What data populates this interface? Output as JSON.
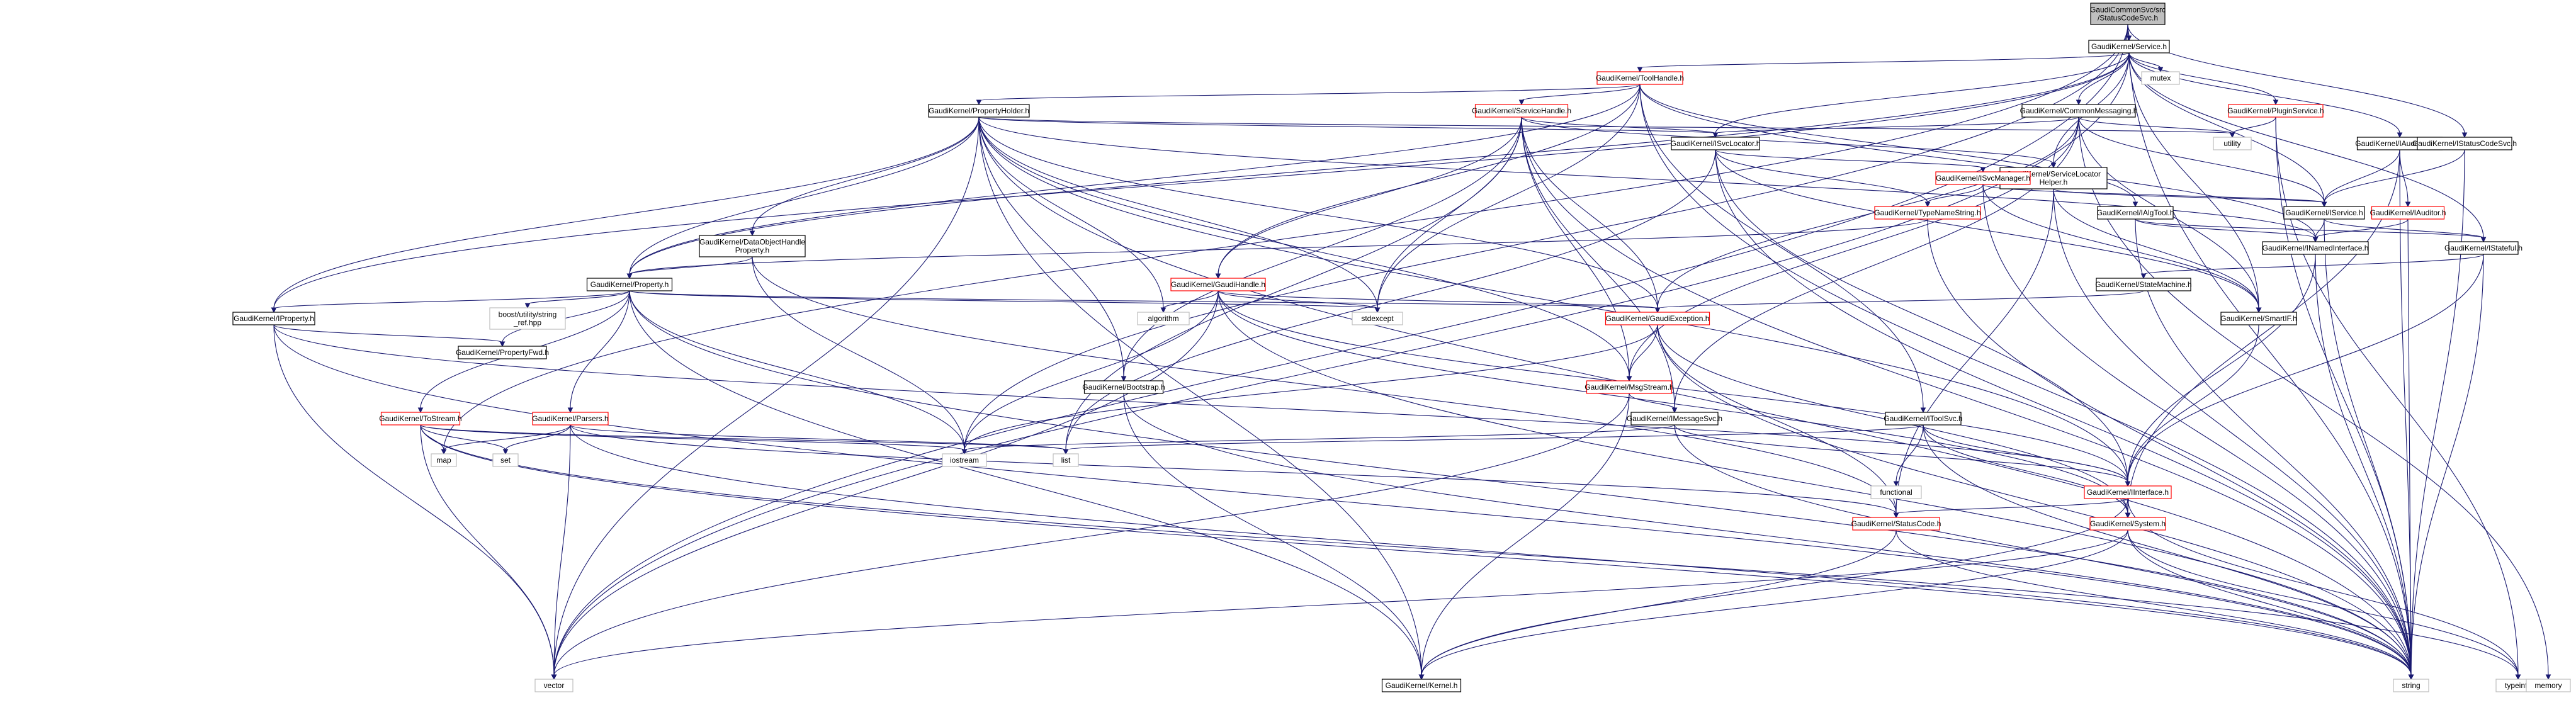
{
  "diagram": {
    "nodes": [
      {
        "id": "root",
        "lines": [
          "GaudiCommonSvc/src",
          "/StatusCodeSvc.h"
        ],
        "style": "root"
      },
      {
        "id": "service",
        "lines": [
          "GaudiKernel/Service.h"
        ],
        "style": "black"
      },
      {
        "id": "toolhandle",
        "lines": [
          "GaudiKernel/ToolHandle.h"
        ],
        "style": "red"
      },
      {
        "id": "mutex",
        "lines": [
          "mutex"
        ],
        "style": "plain"
      },
      {
        "id": "servicehandle",
        "lines": [
          "GaudiKernel/ServiceHandle.h"
        ],
        "style": "red"
      },
      {
        "id": "commonmessaging",
        "lines": [
          "GaudiKernel/CommonMessaging.h"
        ],
        "style": "black"
      },
      {
        "id": "pluginservice",
        "lines": [
          "GaudiKernel/PluginService.h"
        ],
        "style": "red"
      },
      {
        "id": "propertyholder",
        "lines": [
          "GaudiKernel/PropertyHolder.h"
        ],
        "style": "black"
      },
      {
        "id": "isvclocator",
        "lines": [
          "GaudiKernel/ISvcLocator.h"
        ],
        "style": "black"
      },
      {
        "id": "utility",
        "lines": [
          "utility"
        ],
        "style": "plain"
      },
      {
        "id": "iauditorsvc",
        "lines": [
          "GaudiKernel/IAuditorSvc.h"
        ],
        "style": "black"
      },
      {
        "id": "istatuscodesvc",
        "lines": [
          "GaudiKernel/IStatusCodeSvc.h"
        ],
        "style": "black"
      },
      {
        "id": "svclocatorhelper",
        "lines": [
          "GaudiKernel/ServiceLocator",
          "Helper.h"
        ],
        "style": "black"
      },
      {
        "id": "isvcmanager",
        "lines": [
          "GaudiKernel/ISvcManager.h"
        ],
        "style": "red"
      },
      {
        "id": "iservice",
        "lines": [
          "GaudiKernel/IService.h"
        ],
        "style": "black"
      },
      {
        "id": "iauditor",
        "lines": [
          "GaudiKernel/IAuditor.h"
        ],
        "style": "red"
      },
      {
        "id": "typenamestring",
        "lines": [
          "GaudiKernel/TypeNameString.h"
        ],
        "style": "red"
      },
      {
        "id": "ialgtool",
        "lines": [
          "GaudiKernel/IAlgTool.h"
        ],
        "style": "black"
      },
      {
        "id": "dataobjhandleprop",
        "lines": [
          "GaudiKernel/DataObjectHandle",
          "Property.h"
        ],
        "style": "black"
      },
      {
        "id": "inamedinterface",
        "lines": [
          "GaudiKernel/INamedInterface.h"
        ],
        "style": "black"
      },
      {
        "id": "istateful",
        "lines": [
          "GaudiKernel/IStateful.h"
        ],
        "style": "black"
      },
      {
        "id": "property",
        "lines": [
          "GaudiKernel/Property.h"
        ],
        "style": "black"
      },
      {
        "id": "gaudihandle",
        "lines": [
          "GaudiKernel/GaudiHandle.h"
        ],
        "style": "red"
      },
      {
        "id": "statemachine",
        "lines": [
          "GaudiKernel/StateMachine.h"
        ],
        "style": "black"
      },
      {
        "id": "iproperty",
        "lines": [
          "GaudiKernel/IProperty.h"
        ],
        "style": "black"
      },
      {
        "id": "boostref",
        "lines": [
          "boost/utility/string",
          "_ref.hpp"
        ],
        "style": "plain"
      },
      {
        "id": "algorithm",
        "lines": [
          "algorithm"
        ],
        "style": "plain"
      },
      {
        "id": "stdexcept",
        "lines": [
          "stdexcept"
        ],
        "style": "plain"
      },
      {
        "id": "gaudiexception",
        "lines": [
          "GaudiKernel/GaudiException.h"
        ],
        "style": "red"
      },
      {
        "id": "ismartif",
        "lines": [
          "GaudiKernel/SmartIF.h"
        ],
        "style": "black"
      },
      {
        "id": "propertyfwd",
        "lines": [
          "GaudiKernel/PropertyFwd.h"
        ],
        "style": "black"
      },
      {
        "id": "bootstrap",
        "lines": [
          "GaudiKernel/Bootstrap.h"
        ],
        "style": "black"
      },
      {
        "id": "msgstream",
        "lines": [
          "GaudiKernel/MsgStream.h"
        ],
        "style": "red"
      },
      {
        "id": "tostream",
        "lines": [
          "GaudiKernel/ToStream.h"
        ],
        "style": "red"
      },
      {
        "id": "parsers",
        "lines": [
          "GaudiKernel/Parsers.h"
        ],
        "style": "red"
      },
      {
        "id": "imessagesvc",
        "lines": [
          "GaudiKernel/IMessageSvc.h"
        ],
        "style": "black"
      },
      {
        "id": "itoolsvc",
        "lines": [
          "GaudiKernel/IToolSvc.h"
        ],
        "style": "black"
      },
      {
        "id": "map",
        "lines": [
          "map"
        ],
        "style": "plain"
      },
      {
        "id": "set",
        "lines": [
          "set"
        ],
        "style": "plain"
      },
      {
        "id": "iostream",
        "lines": [
          "iostream"
        ],
        "style": "plain"
      },
      {
        "id": "list",
        "lines": [
          "list"
        ],
        "style": "plain"
      },
      {
        "id": "functional",
        "lines": [
          "functional"
        ],
        "style": "plain"
      },
      {
        "id": "iinterface",
        "lines": [
          "GaudiKernel/IInterface.h"
        ],
        "style": "red"
      },
      {
        "id": "statuscode",
        "lines": [
          "GaudiKernel/StatusCode.h"
        ],
        "style": "red"
      },
      {
        "id": "system",
        "lines": [
          "GaudiKernel/System.h"
        ],
        "style": "red"
      },
      {
        "id": "vector",
        "lines": [
          "vector"
        ],
        "style": "plain"
      },
      {
        "id": "kernel",
        "lines": [
          "GaudiKernel/Kernel.h"
        ],
        "style": "black"
      },
      {
        "id": "string",
        "lines": [
          "string"
        ],
        "style": "plain"
      },
      {
        "id": "typeinfo",
        "lines": [
          "typeinfo"
        ],
        "style": "plain"
      },
      {
        "id": "memory",
        "lines": [
          "memory"
        ],
        "style": "plain"
      }
    ],
    "edges": [
      [
        "root",
        "service"
      ],
      [
        "root",
        "istatuscodesvc"
      ],
      [
        "root",
        "vector"
      ],
      [
        "root",
        "map"
      ],
      [
        "root",
        "string"
      ],
      [
        "root",
        "iostream"
      ],
      [
        "service",
        "toolhandle"
      ],
      [
        "service",
        "mutex"
      ],
      [
        "service",
        "commonmessaging"
      ],
      [
        "service",
        "pluginservice"
      ],
      [
        "service",
        "iauditorsvc"
      ],
      [
        "service",
        "property"
      ],
      [
        "service",
        "iproperty"
      ],
      [
        "service",
        "iservice"
      ],
      [
        "service",
        "istateful"
      ],
      [
        "service",
        "ismartif"
      ],
      [
        "service",
        "isvclocator"
      ],
      [
        "service",
        "svclocatorhelper"
      ],
      [
        "service",
        "vector"
      ],
      [
        "toolhandle",
        "propertyholder"
      ],
      [
        "toolhandle",
        "servicehandle"
      ],
      [
        "toolhandle",
        "gaudihandle"
      ],
      [
        "toolhandle",
        "ialgtool"
      ],
      [
        "toolhandle",
        "itoolsvc"
      ],
      [
        "toolhandle",
        "inamedinterface"
      ],
      [
        "toolhandle",
        "stdexcept"
      ],
      [
        "toolhandle",
        "property"
      ],
      [
        "toolhandle",
        "string"
      ],
      [
        "servicehandle",
        "isvclocator"
      ],
      [
        "servicehandle",
        "gaudihandle"
      ],
      [
        "servicehandle",
        "bootstrap"
      ],
      [
        "servicehandle",
        "gaudiexception"
      ],
      [
        "servicehandle",
        "msgstream"
      ],
      [
        "servicehandle",
        "imessagesvc"
      ],
      [
        "servicehandle",
        "svclocatorhelper"
      ],
      [
        "servicehandle",
        "stdexcept"
      ],
      [
        "servicehandle",
        "string"
      ],
      [
        "servicehandle",
        "list"
      ],
      [
        "commonmessaging",
        "isvclocator"
      ],
      [
        "commonmessaging",
        "iservice"
      ],
      [
        "commonmessaging",
        "imessagesvc"
      ],
      [
        "commonmessaging",
        "msgstream"
      ],
      [
        "commonmessaging",
        "gaudiexception"
      ],
      [
        "commonmessaging",
        "ismartif"
      ],
      [
        "commonmessaging",
        "utility"
      ],
      [
        "commonmessaging",
        "memory"
      ],
      [
        "pluginservice",
        "utility"
      ],
      [
        "pluginservice",
        "typeinfo"
      ],
      [
        "pluginservice",
        "string"
      ],
      [
        "propertyholder",
        "property"
      ],
      [
        "propertyholder",
        "iproperty"
      ],
      [
        "propertyholder",
        "dataobjhandleprop"
      ],
      [
        "propertyholder",
        "gaudiexception"
      ],
      [
        "propertyholder",
        "isvclocator"
      ],
      [
        "propertyholder",
        "bootstrap"
      ],
      [
        "propertyholder",
        "algorithm"
      ],
      [
        "propertyholder",
        "stdexcept"
      ],
      [
        "propertyholder",
        "utility"
      ],
      [
        "propertyholder",
        "vector"
      ],
      [
        "propertyholder",
        "iinterface"
      ],
      [
        "propertyholder",
        "msgstream"
      ],
      [
        "propertyholder",
        "kernel"
      ],
      [
        "propertyholder",
        "string"
      ],
      [
        "propertyholder",
        "inamedinterface"
      ],
      [
        "isvclocator",
        "isvcmanager"
      ],
      [
        "isvclocator",
        "typenamestring"
      ],
      [
        "isvclocator",
        "ismartif"
      ],
      [
        "isvclocator",
        "iinterface"
      ],
      [
        "isvclocator",
        "string"
      ],
      [
        "isvclocator",
        "list"
      ],
      [
        "iauditorsvc",
        "iservice"
      ],
      [
        "iauditorsvc",
        "iauditor"
      ],
      [
        "iauditorsvc",
        "string"
      ],
      [
        "iauditorsvc",
        "system"
      ],
      [
        "istatuscodesvc",
        "iservice"
      ],
      [
        "istatuscodesvc",
        "string"
      ],
      [
        "svclocatorhelper",
        "iservice"
      ],
      [
        "svclocatorhelper",
        "ismartif"
      ],
      [
        "svclocatorhelper",
        "string"
      ],
      [
        "svclocatorhelper",
        "statuscode"
      ],
      [
        "isvcmanager",
        "iservice"
      ],
      [
        "isvcmanager",
        "typenamestring"
      ],
      [
        "isvcmanager",
        "ismartif"
      ],
      [
        "isvcmanager",
        "string"
      ],
      [
        "iservice",
        "inamedinterface"
      ],
      [
        "iservice",
        "istateful"
      ],
      [
        "iservice",
        "string"
      ],
      [
        "iauditor",
        "inamedinterface"
      ],
      [
        "iauditor",
        "string"
      ],
      [
        "typenamestring",
        "property"
      ],
      [
        "typenamestring",
        "string"
      ],
      [
        "ialgtool",
        "inamedinterface"
      ],
      [
        "ialgtool",
        "istateful"
      ],
      [
        "ialgtool",
        "string"
      ],
      [
        "dataobjhandleprop",
        "property"
      ],
      [
        "dataobjhandleprop",
        "iostream"
      ],
      [
        "dataobjhandleprop",
        "statuscode"
      ],
      [
        "inamedinterface",
        "iinterface"
      ],
      [
        "inamedinterface",
        "string"
      ],
      [
        "istateful",
        "statemachine"
      ],
      [
        "istateful",
        "iinterface"
      ],
      [
        "istateful",
        "string"
      ],
      [
        "property",
        "iproperty"
      ],
      [
        "property",
        "propertyfwd"
      ],
      [
        "property",
        "tostream"
      ],
      [
        "property",
        "parsers"
      ],
      [
        "property",
        "boostref"
      ],
      [
        "property",
        "stdexcept"
      ],
      [
        "property",
        "string"
      ],
      [
        "property",
        "gaudiexception"
      ],
      [
        "property",
        "kernel"
      ],
      [
        "property",
        "iostream"
      ],
      [
        "gaudihandle",
        "gaudiexception"
      ],
      [
        "gaudihandle",
        "system"
      ],
      [
        "gaudihandle",
        "algorithm"
      ],
      [
        "gaudihandle",
        "stdexcept"
      ],
      [
        "gaudihandle",
        "iostream"
      ],
      [
        "gaudihandle",
        "string"
      ],
      [
        "gaudihandle",
        "vector"
      ],
      [
        "gaudihandle",
        "iinterface"
      ],
      [
        "statemachine",
        "gaudiexception"
      ],
      [
        "iproperty",
        "propertyfwd"
      ],
      [
        "iproperty",
        "iinterface"
      ],
      [
        "iproperty",
        "vector"
      ],
      [
        "iproperty",
        "string"
      ],
      [
        "gaudiexception",
        "msgstream"
      ],
      [
        "gaudiexception",
        "statuscode"
      ],
      [
        "gaudiexception",
        "system"
      ],
      [
        "gaudiexception",
        "string"
      ],
      [
        "gaudiexception",
        "iostream"
      ],
      [
        "ismartif",
        "iinterface"
      ],
      [
        "bootstrap",
        "kernel"
      ],
      [
        "bootstrap",
        "string"
      ],
      [
        "msgstream",
        "imessagesvc"
      ],
      [
        "msgstream",
        "kernel"
      ],
      [
        "msgstream",
        "vector"
      ],
      [
        "tostream",
        "map"
      ],
      [
        "tostream",
        "set"
      ],
      [
        "tostream",
        "list"
      ],
      [
        "tostream",
        "vector"
      ],
      [
        "tostream",
        "string"
      ],
      [
        "tostream",
        "iostream"
      ],
      [
        "tostream",
        "typeinfo"
      ],
      [
        "parsers",
        "map"
      ],
      [
        "parsers",
        "set"
      ],
      [
        "parsers",
        "vector"
      ],
      [
        "parsers",
        "string"
      ],
      [
        "parsers",
        "list"
      ],
      [
        "parsers",
        "statuscode"
      ],
      [
        "imessagesvc",
        "iinterface"
      ],
      [
        "imessagesvc",
        "iostream"
      ],
      [
        "imessagesvc",
        "string"
      ],
      [
        "itoolsvc",
        "iinterface"
      ],
      [
        "itoolsvc",
        "system"
      ],
      [
        "itoolsvc",
        "functional"
      ],
      [
        "itoolsvc",
        "list"
      ],
      [
        "itoolsvc",
        "string"
      ],
      [
        "iinterface",
        "statuscode"
      ],
      [
        "iinterface",
        "system"
      ],
      [
        "iinterface",
        "kernel"
      ],
      [
        "iinterface",
        "typeinfo"
      ],
      [
        "statuscode",
        "kernel"
      ],
      [
        "statuscode",
        "string"
      ],
      [
        "system",
        "kernel"
      ],
      [
        "system",
        "string"
      ],
      [
        "system",
        "vector"
      ],
      [
        "system",
        "typeinfo"
      ]
    ]
  }
}
